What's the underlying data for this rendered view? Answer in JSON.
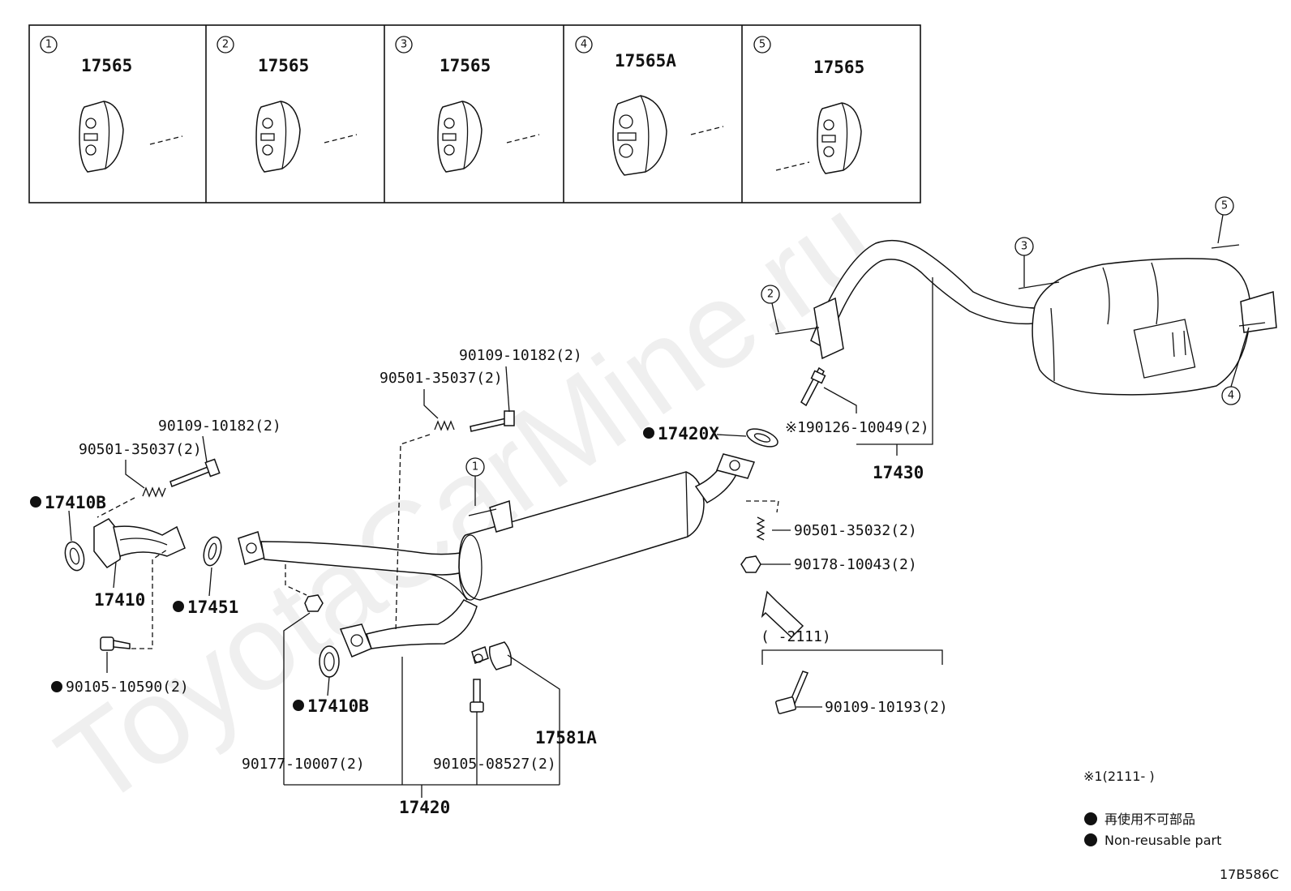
{
  "watermark": "ToyotaCarMine.ru",
  "insets": [
    {
      "num": "1",
      "part": "17565"
    },
    {
      "num": "2",
      "part": "17565"
    },
    {
      "num": "3",
      "part": "17565"
    },
    {
      "num": "4",
      "part": "17565A"
    },
    {
      "num": "5",
      "part": "17565"
    }
  ],
  "callouts": {
    "c1": "1",
    "c2": "2",
    "c3": "3",
    "c4": "4",
    "c5": "5"
  },
  "labels": {
    "p17410B_top": "17410B",
    "p17410": "17410",
    "p17451": "17451",
    "p90105_10590": "90105-10590(2)",
    "p90501_35037_left": "90501-35037(2)",
    "p90109_10182_left": "90109-10182(2)",
    "p90501_35037_mid": "90501-35037(2)",
    "p90109_10182_mid": "90109-10182(2)",
    "p17410B_bottom": "17410B",
    "p90177_10007": "90177-10007(2)",
    "p90105_08527": "90105-08527(2)",
    "p17581A": "17581A",
    "p17420": "17420",
    "p17420X": "17420X",
    "p90126_10049": "※190126-10049(2)",
    "p17430": "17430",
    "p90501_35032": "90501-35032(2)",
    "p90178_10043": "90178-10043(2)",
    "p_range": "(    -2111)",
    "p90109_10193": "90109-10193(2)"
  },
  "notes": {
    "date_note": "※1(2111-      )",
    "legend_jp": "再使用不可部品",
    "legend_en": "Non-reusable part",
    "diagram_code": "17B586C"
  }
}
